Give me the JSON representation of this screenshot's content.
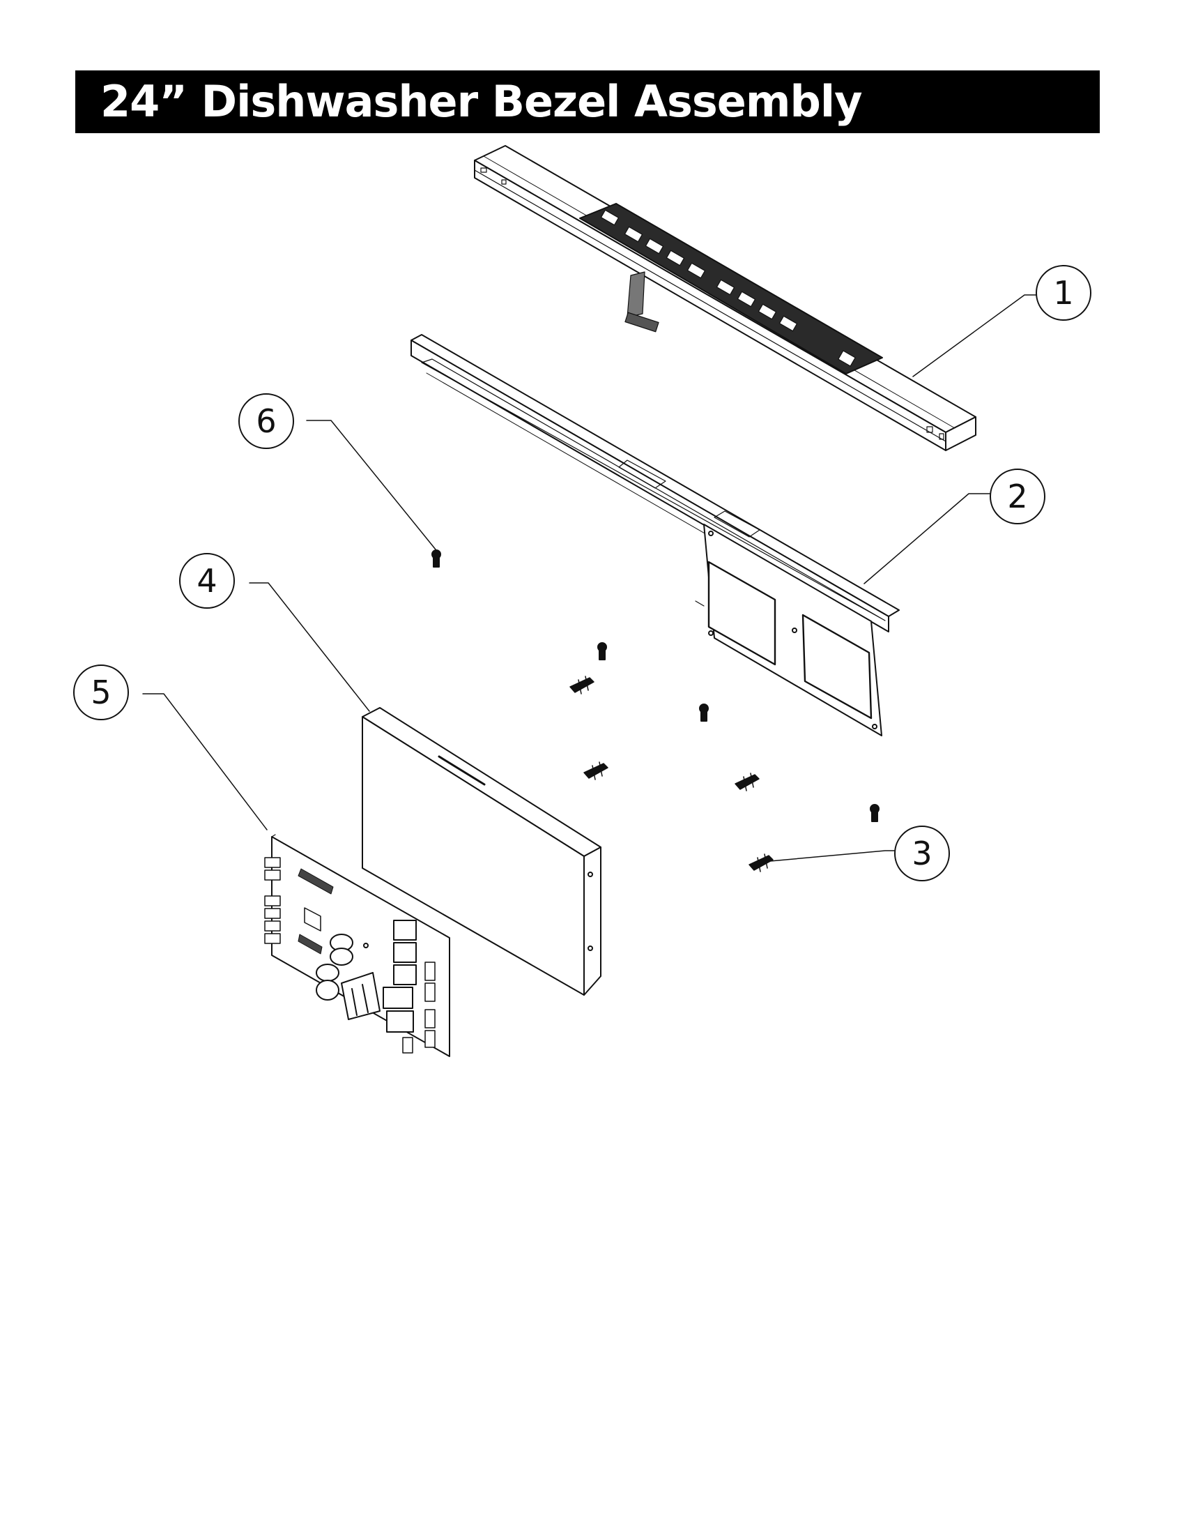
{
  "page": {
    "title": "24” Dishwasher Bezel Assembly"
  },
  "callouts": [
    {
      "id": "1",
      "label": "1"
    },
    {
      "id": "2",
      "label": "2"
    },
    {
      "id": "3",
      "label": "3"
    },
    {
      "id": "4",
      "label": "4"
    },
    {
      "id": "5",
      "label": "5"
    },
    {
      "id": "6",
      "label": "6"
    }
  ],
  "colors": {
    "line": "#111111",
    "title_background": "#000000",
    "title_text": "#ffffff"
  }
}
